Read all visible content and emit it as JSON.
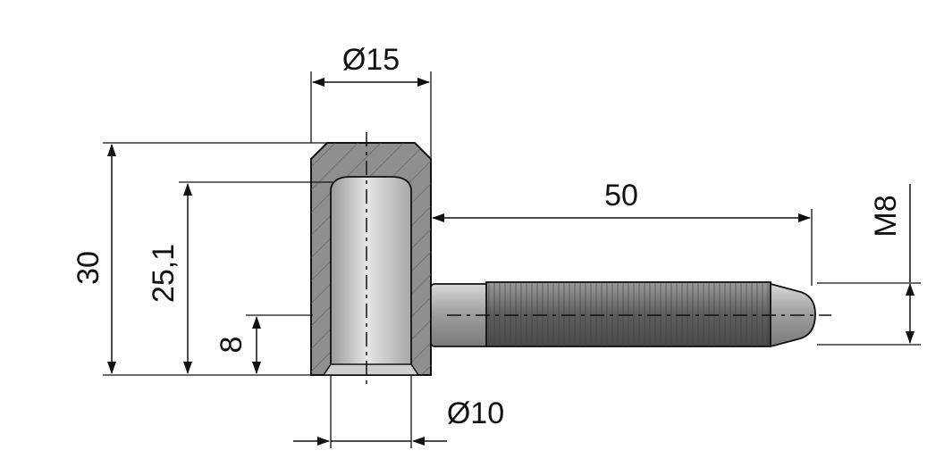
{
  "dimensions": {
    "dia_15": "Ø15",
    "dia_10": "Ø10",
    "height_30": "30",
    "height_25_1": "25,1",
    "height_8": "8",
    "length_50": "50",
    "thread_m8": "M8"
  },
  "colors": {
    "line": "#111111",
    "sleeve_fill": "#8f8f8f",
    "bore_fill": "#c9c9c9",
    "shaft_fill": "#b5b5b5",
    "thread_fill": "#6f6f6f"
  }
}
